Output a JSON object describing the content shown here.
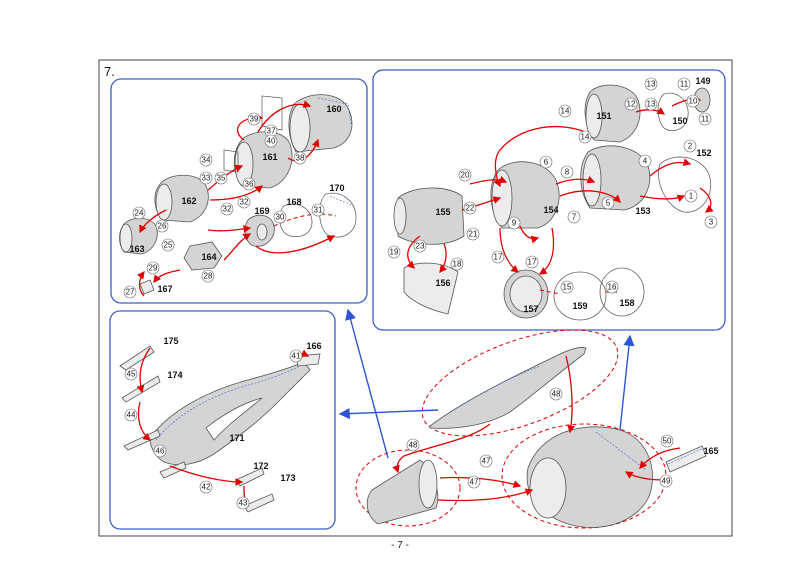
{
  "page": {
    "step_label": "7.",
    "page_number": "- 7 -"
  },
  "panels": {
    "top_left": {
      "parts": [
        "160",
        "161",
        "162",
        "163",
        "164",
        "167",
        "168",
        "169",
        "170"
      ],
      "tabs": [
        "39",
        "37",
        "40",
        "38",
        "34",
        "33",
        "35",
        "36",
        "32",
        "32",
        "30",
        "31",
        "24",
        "26",
        "25",
        "29",
        "28",
        "27"
      ]
    },
    "top_right": {
      "parts": [
        "149",
        "150",
        "151",
        "152",
        "153",
        "154",
        "155",
        "156",
        "157",
        "158",
        "159"
      ],
      "tabs": [
        "13",
        "11",
        "12",
        "13",
        "10",
        "11",
        "14",
        "14",
        "6",
        "4",
        "2",
        "8",
        "5",
        "1",
        "3",
        "7",
        "20",
        "22",
        "9",
        "21",
        "23",
        "19",
        "18",
        "17",
        "17",
        "15",
        "16"
      ]
    },
    "bottom_left": {
      "parts": [
        "166",
        "171",
        "172",
        "173",
        "174",
        "175"
      ],
      "tabs": [
        "41",
        "45",
        "44",
        "46",
        "42",
        "43"
      ]
    },
    "bottom_right": {
      "parts": [
        "165"
      ],
      "tabs": [
        "48",
        "48",
        "47",
        "47",
        "50",
        "49"
      ]
    }
  },
  "colors": {
    "panel_border": "#3a5fc8",
    "guide_arrow": "#e00000",
    "flow_arrow": "#2f55d4",
    "part_fill": "#d4d4d4"
  }
}
